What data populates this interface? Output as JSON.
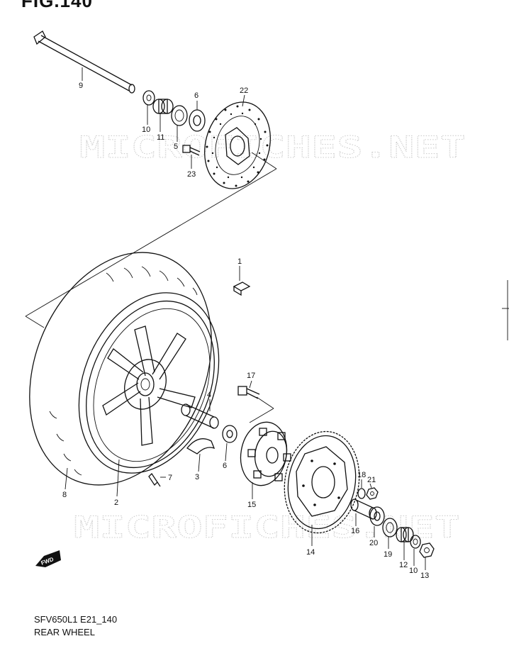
{
  "figure": {
    "title": "FIG.140",
    "model_code": "SFV650L1 E21_140",
    "name": "REAR WHEEL"
  },
  "watermark": "MICROFICHES.NET",
  "direction_badge": "FWD",
  "callouts": [
    {
      "id": "c9",
      "label": "9"
    },
    {
      "id": "c10a",
      "label": "10"
    },
    {
      "id": "c11",
      "label": "11"
    },
    {
      "id": "c5",
      "label": "5"
    },
    {
      "id": "c6a",
      "label": "6"
    },
    {
      "id": "c22",
      "label": "22"
    },
    {
      "id": "c23",
      "label": "23"
    },
    {
      "id": "c1",
      "label": "1"
    },
    {
      "id": "c17",
      "label": "17"
    },
    {
      "id": "c4",
      "label": "4"
    },
    {
      "id": "c6b",
      "label": "6"
    },
    {
      "id": "c3",
      "label": "3"
    },
    {
      "id": "c7",
      "label": "7"
    },
    {
      "id": "c8",
      "label": "8"
    },
    {
      "id": "c2",
      "label": "2"
    },
    {
      "id": "c15",
      "label": "15"
    },
    {
      "id": "c14",
      "label": "14"
    },
    {
      "id": "c18",
      "label": "18"
    },
    {
      "id": "c21",
      "label": "21"
    },
    {
      "id": "c16",
      "label": "16"
    },
    {
      "id": "c20",
      "label": "20"
    },
    {
      "id": "c19",
      "label": "19"
    },
    {
      "id": "c12",
      "label": "12"
    },
    {
      "id": "c10b",
      "label": "10"
    },
    {
      "id": "c13",
      "label": "13"
    }
  ]
}
